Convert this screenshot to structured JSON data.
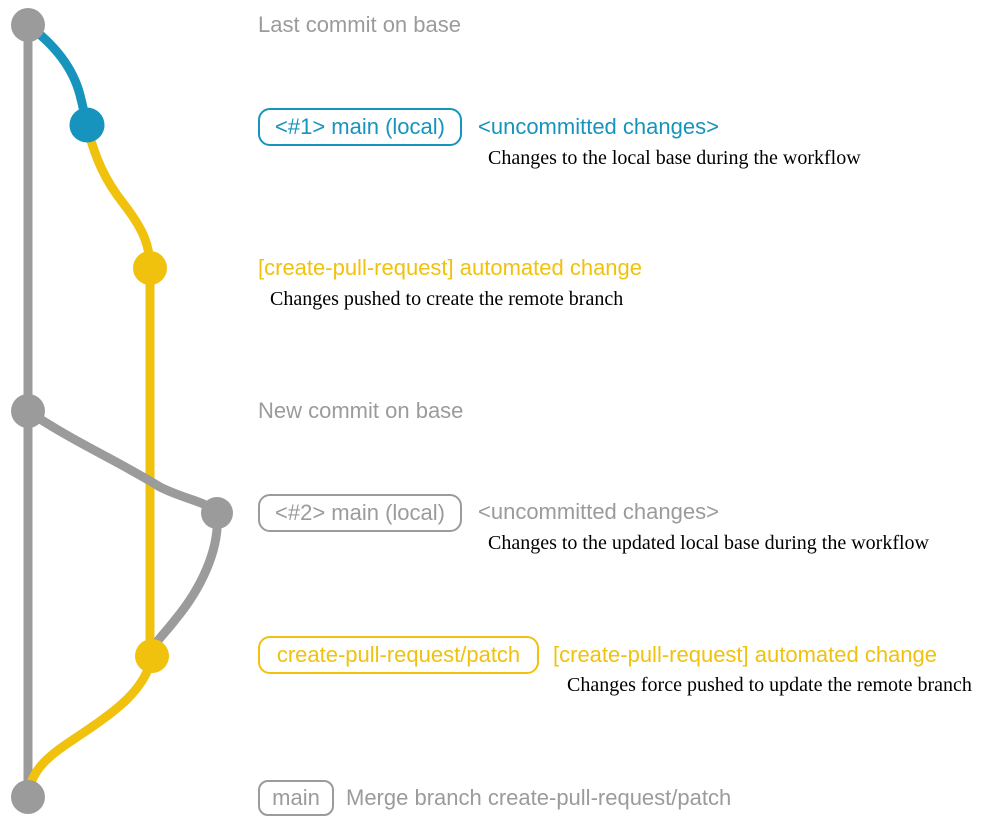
{
  "colors": {
    "gray": "#9b9b9b",
    "blue": "#1794bd",
    "yellow": "#f0c20e",
    "description_text": "#000000",
    "background": "#ffffff"
  },
  "graph": {
    "commits": [
      {
        "name": "last-commit-on-base",
        "color": "gray"
      },
      {
        "name": "main-local-1",
        "color": "blue"
      },
      {
        "name": "automated-change-1",
        "color": "yellow"
      },
      {
        "name": "new-commit-on-base",
        "color": "gray"
      },
      {
        "name": "main-local-2",
        "color": "gray"
      },
      {
        "name": "automated-change-2",
        "color": "yellow"
      },
      {
        "name": "merge-commit",
        "color": "gray"
      }
    ]
  },
  "annotations": {
    "last_commit": {
      "text": "Last commit on base"
    },
    "row1": {
      "badge": "<#1> main (local)",
      "title": "<uncommitted changes>",
      "description": "Changes to the local base during the workflow"
    },
    "row2": {
      "title": "[create-pull-request] automated change",
      "description": "Changes pushed to create the remote branch"
    },
    "new_commit": {
      "text": "New commit on base"
    },
    "row4": {
      "badge": "<#2> main (local)",
      "title": "<uncommitted changes>",
      "description": "Changes to the updated local base during the workflow"
    },
    "row5": {
      "badge": "create-pull-request/patch",
      "title": "[create-pull-request] automated change",
      "description": "Changes force pushed to update the remote branch"
    },
    "row6": {
      "badge": "main",
      "title": "Merge branch create-pull-request/patch"
    }
  }
}
